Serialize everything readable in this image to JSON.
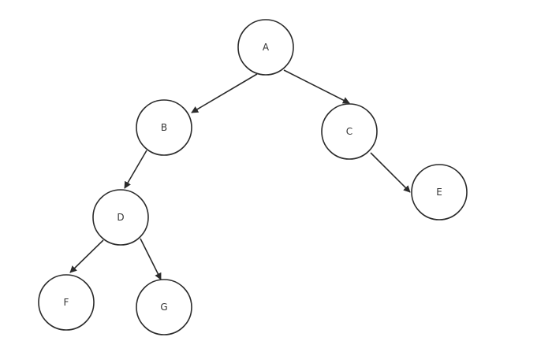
{
  "diagram": {
    "nodes": {
      "a": "A",
      "b": "B",
      "c": "C",
      "d": "D",
      "e": "E",
      "f": "F",
      "g": "G"
    },
    "edges": [
      {
        "from": "A",
        "to": "B"
      },
      {
        "from": "A",
        "to": "C"
      },
      {
        "from": "B",
        "to": "D"
      },
      {
        "from": "C",
        "to": "E"
      },
      {
        "from": "D",
        "to": "F"
      },
      {
        "from": "D",
        "to": "G"
      }
    ],
    "colors": {
      "stroke": "#2b2b2b",
      "fill": "#ffffff",
      "text": "#333333"
    }
  }
}
